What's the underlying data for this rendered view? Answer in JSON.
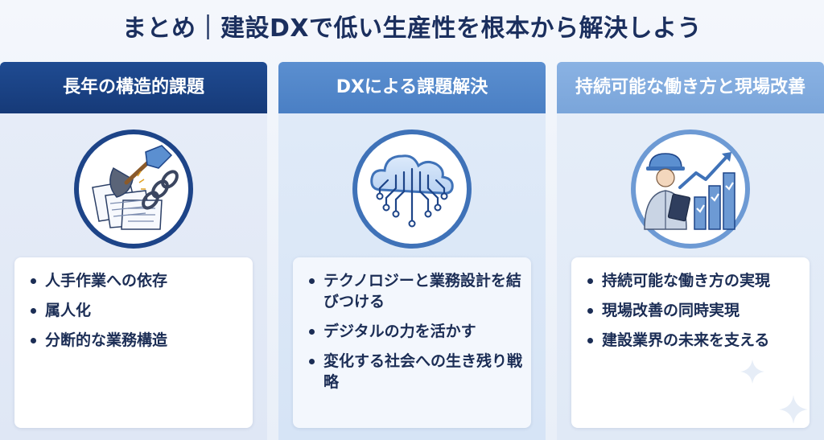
{
  "title": "まとめ｜建設DXで低い生産性を根本から解決しよう",
  "columns": [
    {
      "heading": "長年の構造的課題",
      "icon": "shovel-chain-documents-icon",
      "items": [
        "人手作業への依存",
        "属人化",
        "分断的な業務構造"
      ]
    },
    {
      "heading": "DXによる課題解決",
      "icon": "cloud-circuit-icon",
      "items": [
        "テクノロジーと業務設計を結びつける",
        "デジタルの力を活かす",
        "変化する社会への生き残り戦略"
      ]
    },
    {
      "heading": "持続可能な働き方と現場改善",
      "icon": "worker-growth-chart-icon",
      "items": [
        "持続可能な働き方の実現",
        "現場改善の同時実現",
        "建設業界の未来を支える"
      ]
    }
  ],
  "colors": {
    "title": "#1b2f5e",
    "header_dark": "#1f4b92",
    "header_mid": "#5b8fd0",
    "header_light": "#8ab2e3"
  }
}
